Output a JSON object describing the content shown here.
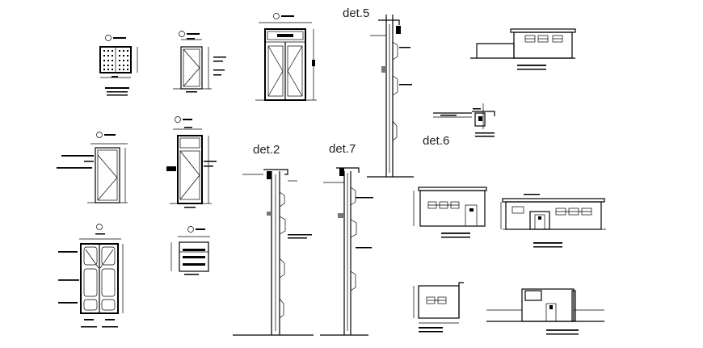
{
  "labels": {
    "det5": "det.5",
    "det2": "det.2",
    "det7": "det.7",
    "det6": "det.6"
  },
  "colors": {
    "line": "#000000",
    "background": "#ffffff"
  }
}
